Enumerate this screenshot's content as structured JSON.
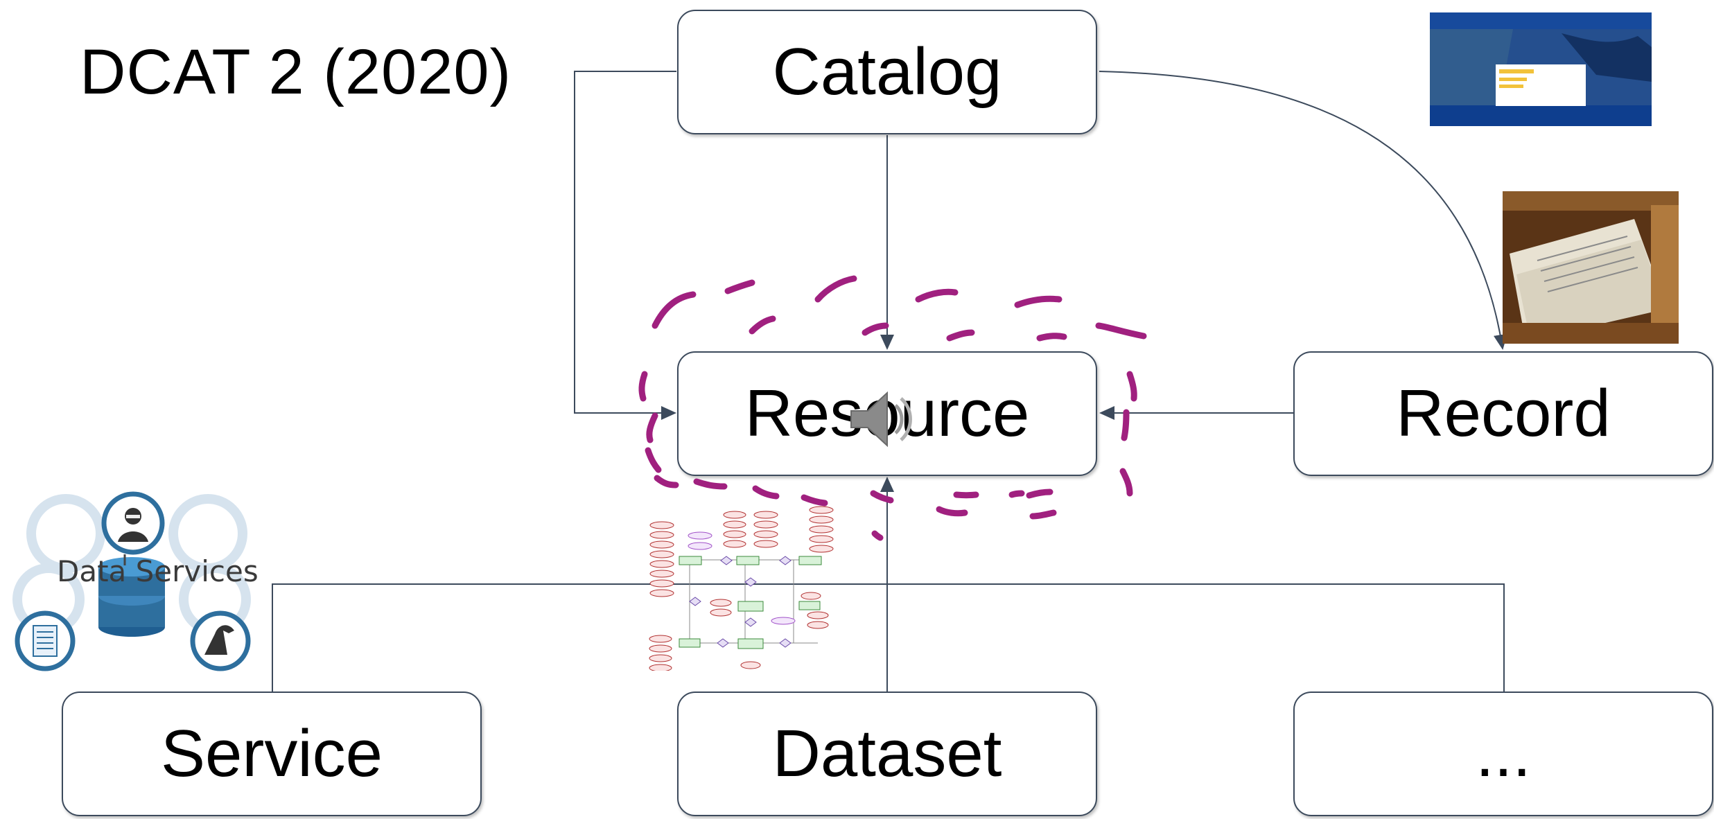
{
  "slide": {
    "title": "DCAT 2 (2020)"
  },
  "boxes": {
    "catalog": "Catalog",
    "resource": "Resource",
    "record": "Record",
    "service": "Service",
    "dataset": "Dataset",
    "more": "..."
  },
  "data_services_logo": {
    "text": "Data Services"
  },
  "colors": {
    "box_border": "#3c4a5c",
    "connector": "#3c4a5c",
    "highlight_dashes": "#a0207f",
    "logo_blue": "#2e6f9e"
  },
  "icons": {
    "audio": "speaker-icon",
    "logo": "data-services-logo",
    "catalogue_screenshot": "web-catalogue-thumbnail",
    "card_catalog_photo": "card-catalog-photo",
    "er_diagram": "er-diagram-thumbnail"
  }
}
